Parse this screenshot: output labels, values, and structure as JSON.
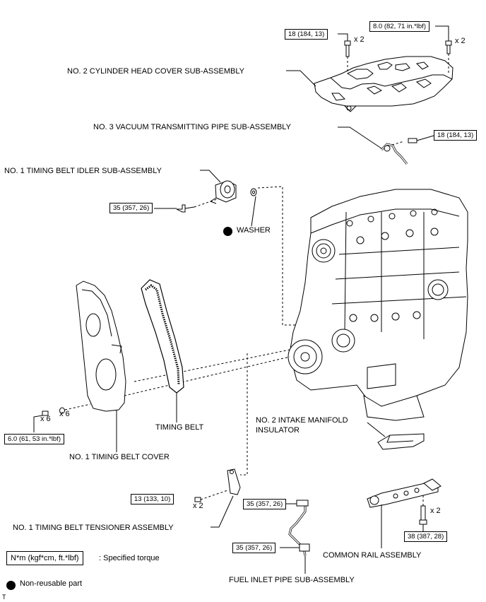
{
  "parts": {
    "cyl_head_cover": "NO. 2 CYLINDER HEAD COVER SUB-ASSEMBLY",
    "vacuum_pipe": "NO. 3 VACUUM TRANSMITTING PIPE SUB-ASSEMBLY",
    "idler": "NO. 1 TIMING BELT IDLER SUB-ASSEMBLY",
    "washer": "WASHER",
    "timing_belt": "TIMING BELT",
    "belt_cover": "NO. 1 TIMING BELT COVER",
    "intake_insulator_line1": "NO. 2 INTAKE MANIFOLD",
    "intake_insulator_line2": "INSULATOR",
    "tensioner": "NO. 1 TIMING BELT TENSIONER ASSEMBLY",
    "common_rail": "COMMON RAIL ASSEMBLY",
    "fuel_inlet_pipe": "FUEL INLET PIPE SUB-ASSEMBLY"
  },
  "torques": {
    "cover_bolt_left": "18 (184, 13)",
    "cover_bolt_right": "8.0 (82, 71 in.*lbf)",
    "vacuum_pipe_bolt": "18 (184, 13)",
    "idler_bolt": "35 (357, 26)",
    "belt_cover_bolt": "6.0 (61, 53 in.*lbf)",
    "tensioner_bolt": "13 (133, 10)",
    "fuel_pipe_upper": "35 (357, 26)",
    "fuel_pipe_lower": "35 (357, 26)",
    "common_rail_bolt": "38 (387, 28)"
  },
  "quantities": {
    "cover_left": "x 2",
    "cover_right": "x 2",
    "belt_cover_bolts": "x 6",
    "belt_cover_washers": "x 6",
    "tensioner": "x 2",
    "common_rail": "x 2"
  },
  "legend": {
    "torque_unit": "N*m (kgf*cm, ft.*lbf)",
    "torque_desc": ": Specified torque",
    "non_reusable": "Non-reusable part"
  },
  "corner_mark": "T"
}
